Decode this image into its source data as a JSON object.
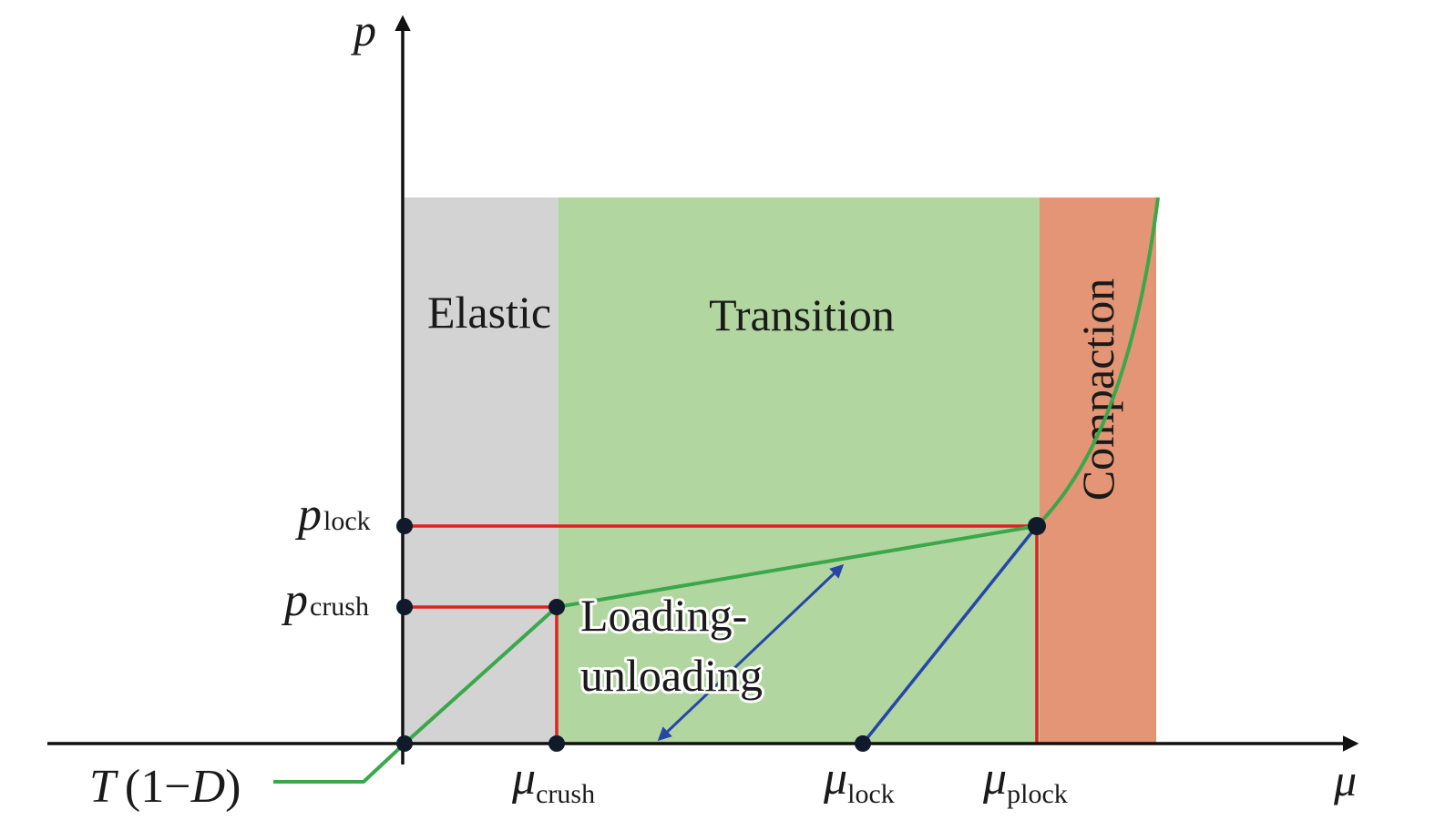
{
  "axes": {
    "y_label": "p",
    "x_label": "μ"
  },
  "regions": {
    "elastic": {
      "label": "Elastic",
      "color": "#d3d3d3"
    },
    "transition": {
      "label": "Transition",
      "color": "#b2d6a0"
    },
    "compaction": {
      "label": "Compaction",
      "color": "#e39575"
    }
  },
  "pressure_marks": {
    "p_lock": {
      "symbol": "p",
      "subscript": "lock"
    },
    "p_crush": {
      "symbol": "p",
      "subscript": "crush"
    }
  },
  "strain_marks": {
    "mu_crush": {
      "symbol": "μ",
      "subscript": "crush"
    },
    "mu_lock": {
      "symbol": "μ",
      "subscript": "lock"
    },
    "mu_plock": {
      "symbol": "μ",
      "subscript": "plock"
    }
  },
  "tension": {
    "T": "T",
    "open": "(1",
    "minus": "−",
    "D": "D",
    "close": ")"
  },
  "annotation": {
    "line1": "Loading-",
    "line2": "unloading"
  },
  "colors": {
    "loading_curve": "#3aa84a",
    "threshold_lines": "#dd2222",
    "unloading_lines": "#2646a8",
    "points": "#111a2a",
    "axis": "#111111"
  }
}
